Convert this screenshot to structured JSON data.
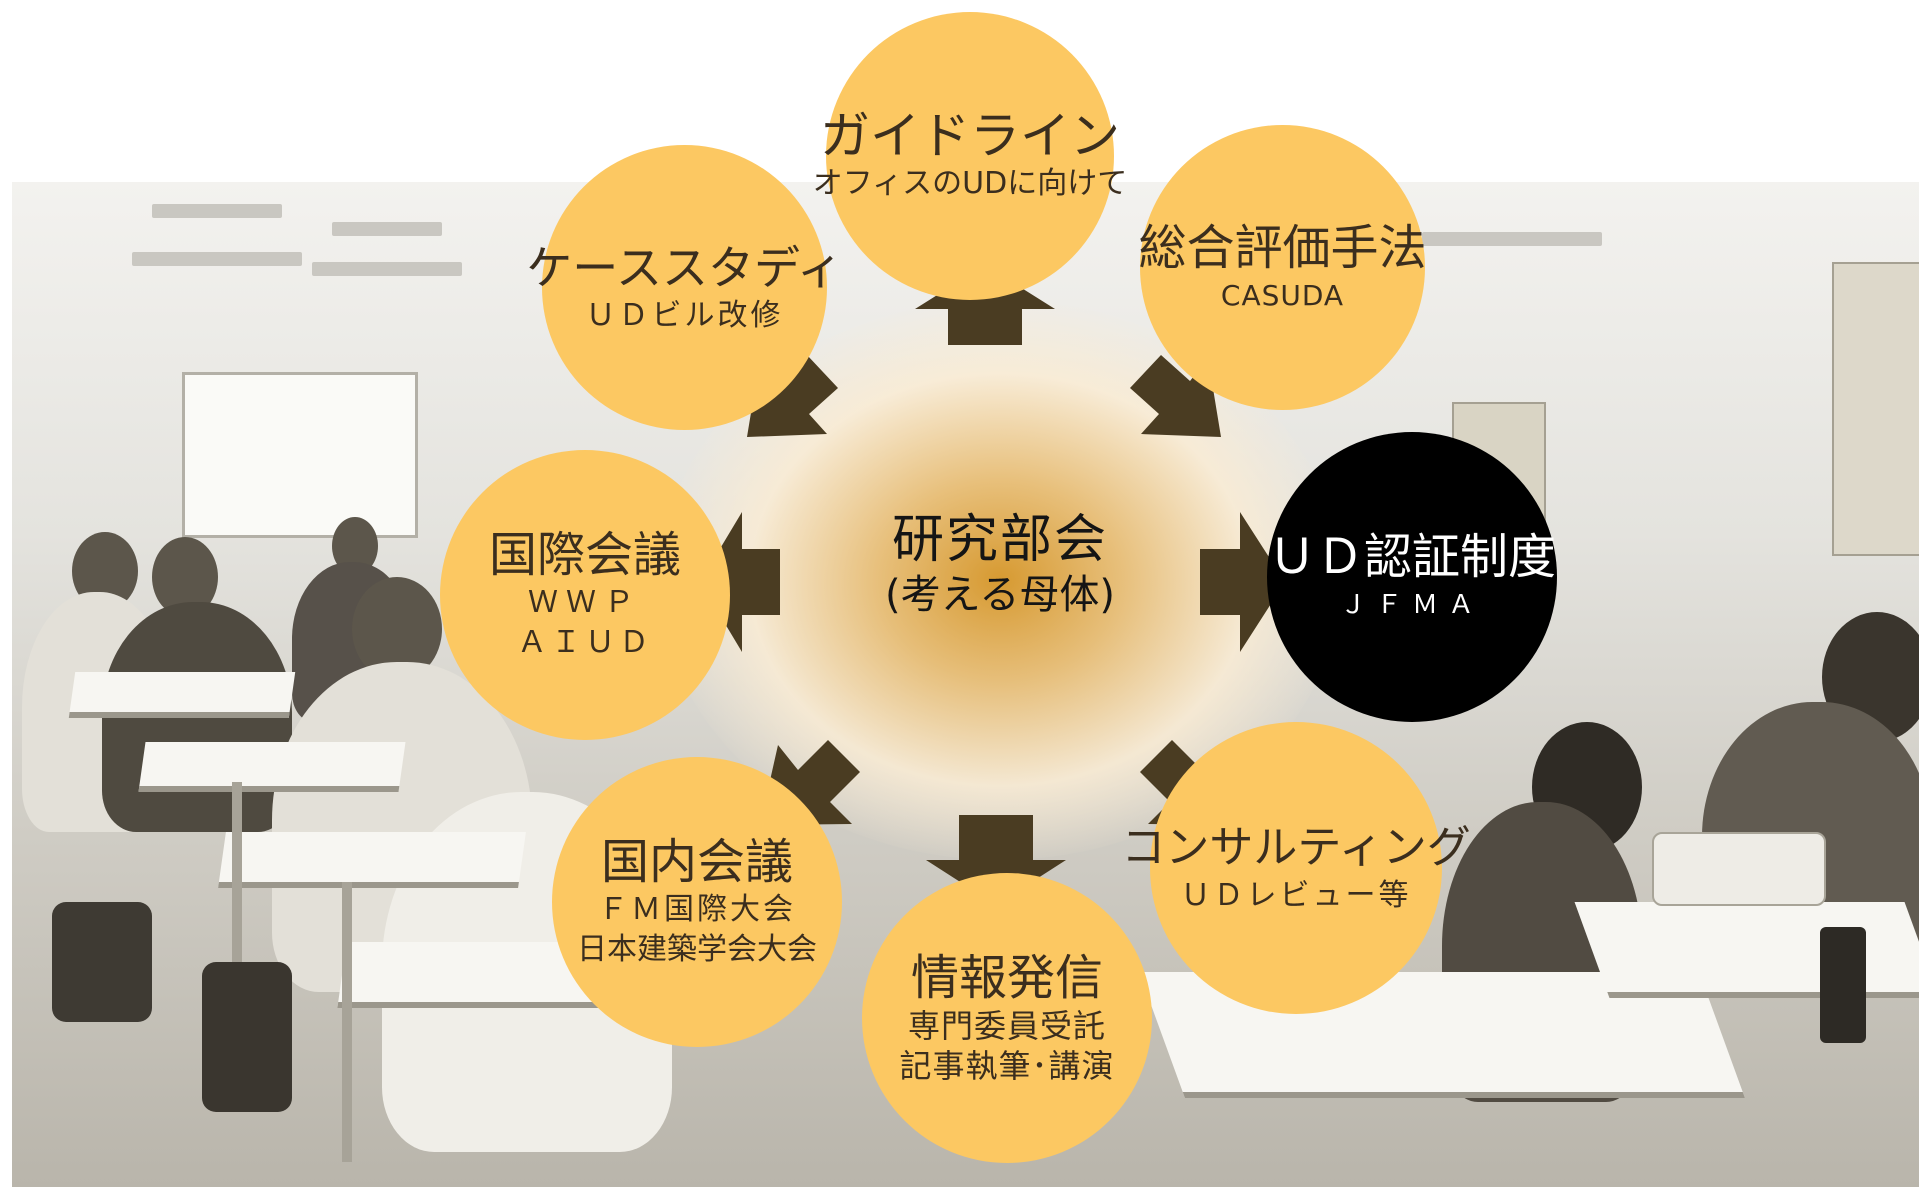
{
  "center": {
    "title": "研究部会",
    "subtitle": "(考える母体)"
  },
  "nodes": [
    {
      "id": "guideline",
      "title": "ガイドライン",
      "lines": [
        "オフィスのUDに向けて"
      ]
    },
    {
      "id": "evaluation",
      "title": "総合評価手法",
      "lines": [
        "CASUDA"
      ]
    },
    {
      "id": "certification",
      "title": "ＵＤ認証制度",
      "lines": [
        "ＪＦＭＡ"
      ]
    },
    {
      "id": "consulting",
      "title": "コンサルティング",
      "lines": [
        "ＵＤレビュー等"
      ]
    },
    {
      "id": "info",
      "title": "情報発信",
      "lines": [
        "専門委員受託",
        "記事執筆･講演"
      ]
    },
    {
      "id": "domestic",
      "title": "国内会議",
      "lines": [
        "ＦＭ国際大会",
        "日本建築学会大会"
      ]
    },
    {
      "id": "international",
      "title": "国際会議",
      "lines": [
        "ＷＷＰ",
        "ＡＩＵＤ"
      ]
    },
    {
      "id": "casestudy",
      "title": "ケーススタディ",
      "lines": [
        "ＵＤビル改修"
      ]
    }
  ],
  "colors": {
    "node_fill": "#fcc862",
    "node_text": "#3b2e1e",
    "highlight_fill": "#000000",
    "arrow": "#4a3c22",
    "glow": "#d69628"
  },
  "icons": [
    "arrow-up-icon",
    "arrow-up-right-icon",
    "arrow-right-icon",
    "arrow-down-right-icon",
    "arrow-down-icon",
    "arrow-down-left-icon",
    "arrow-left-icon",
    "arrow-up-left-icon"
  ]
}
